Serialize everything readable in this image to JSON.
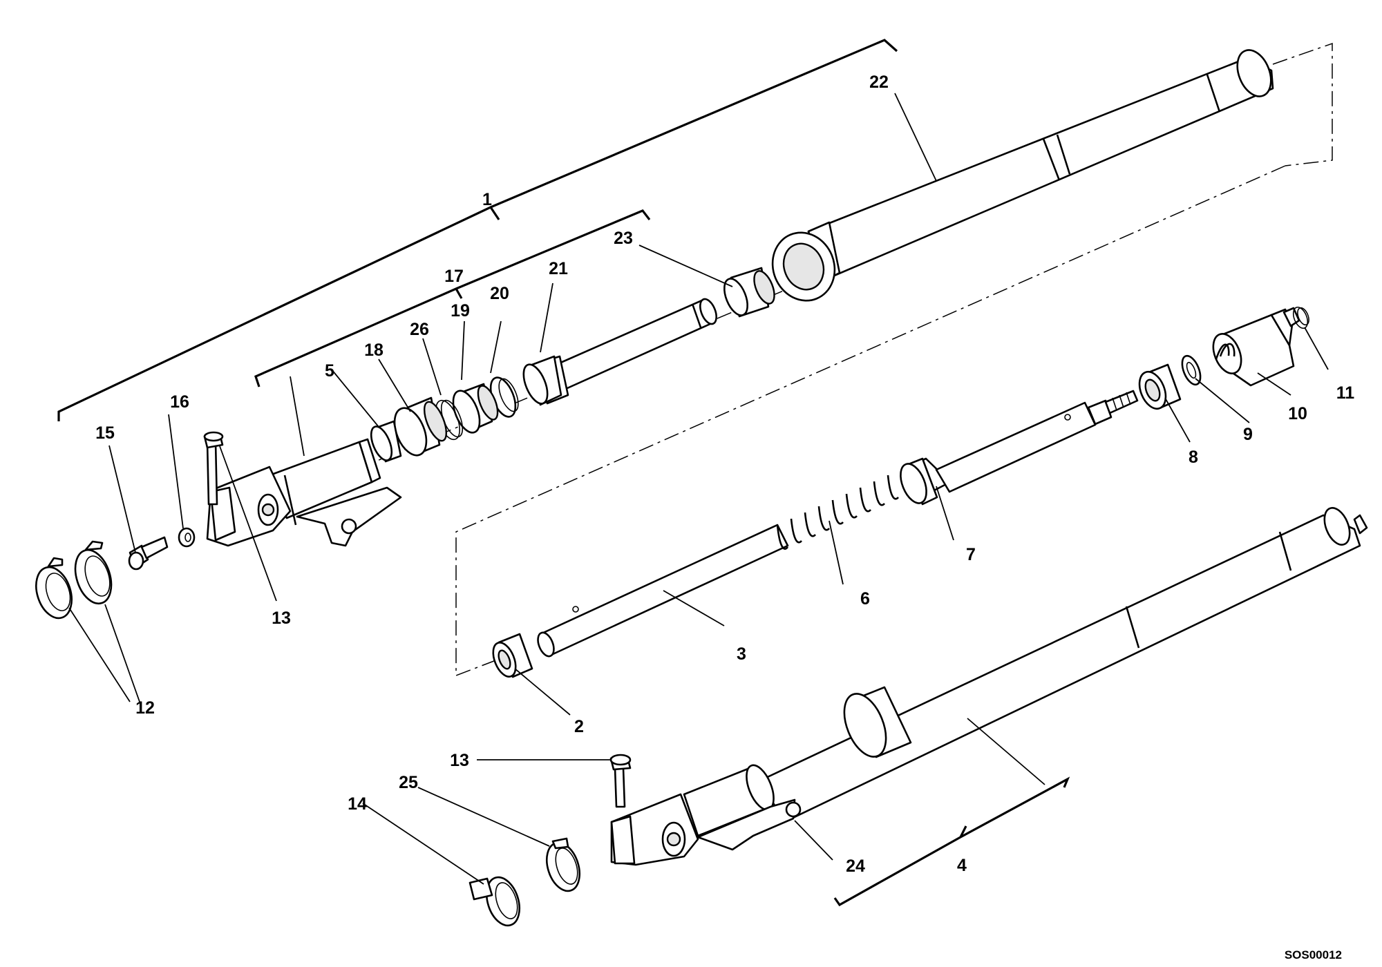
{
  "diagram": {
    "drawing_code": "SOS00012",
    "callouts": [
      "1",
      "2",
      "3",
      "4",
      "5",
      "6",
      "7",
      "8",
      "9",
      "10",
      "11",
      "12",
      "13",
      "13",
      "14",
      "15",
      "16",
      "17",
      "18",
      "19",
      "20",
      "21",
      "22",
      "23",
      "24",
      "25",
      "26"
    ]
  }
}
